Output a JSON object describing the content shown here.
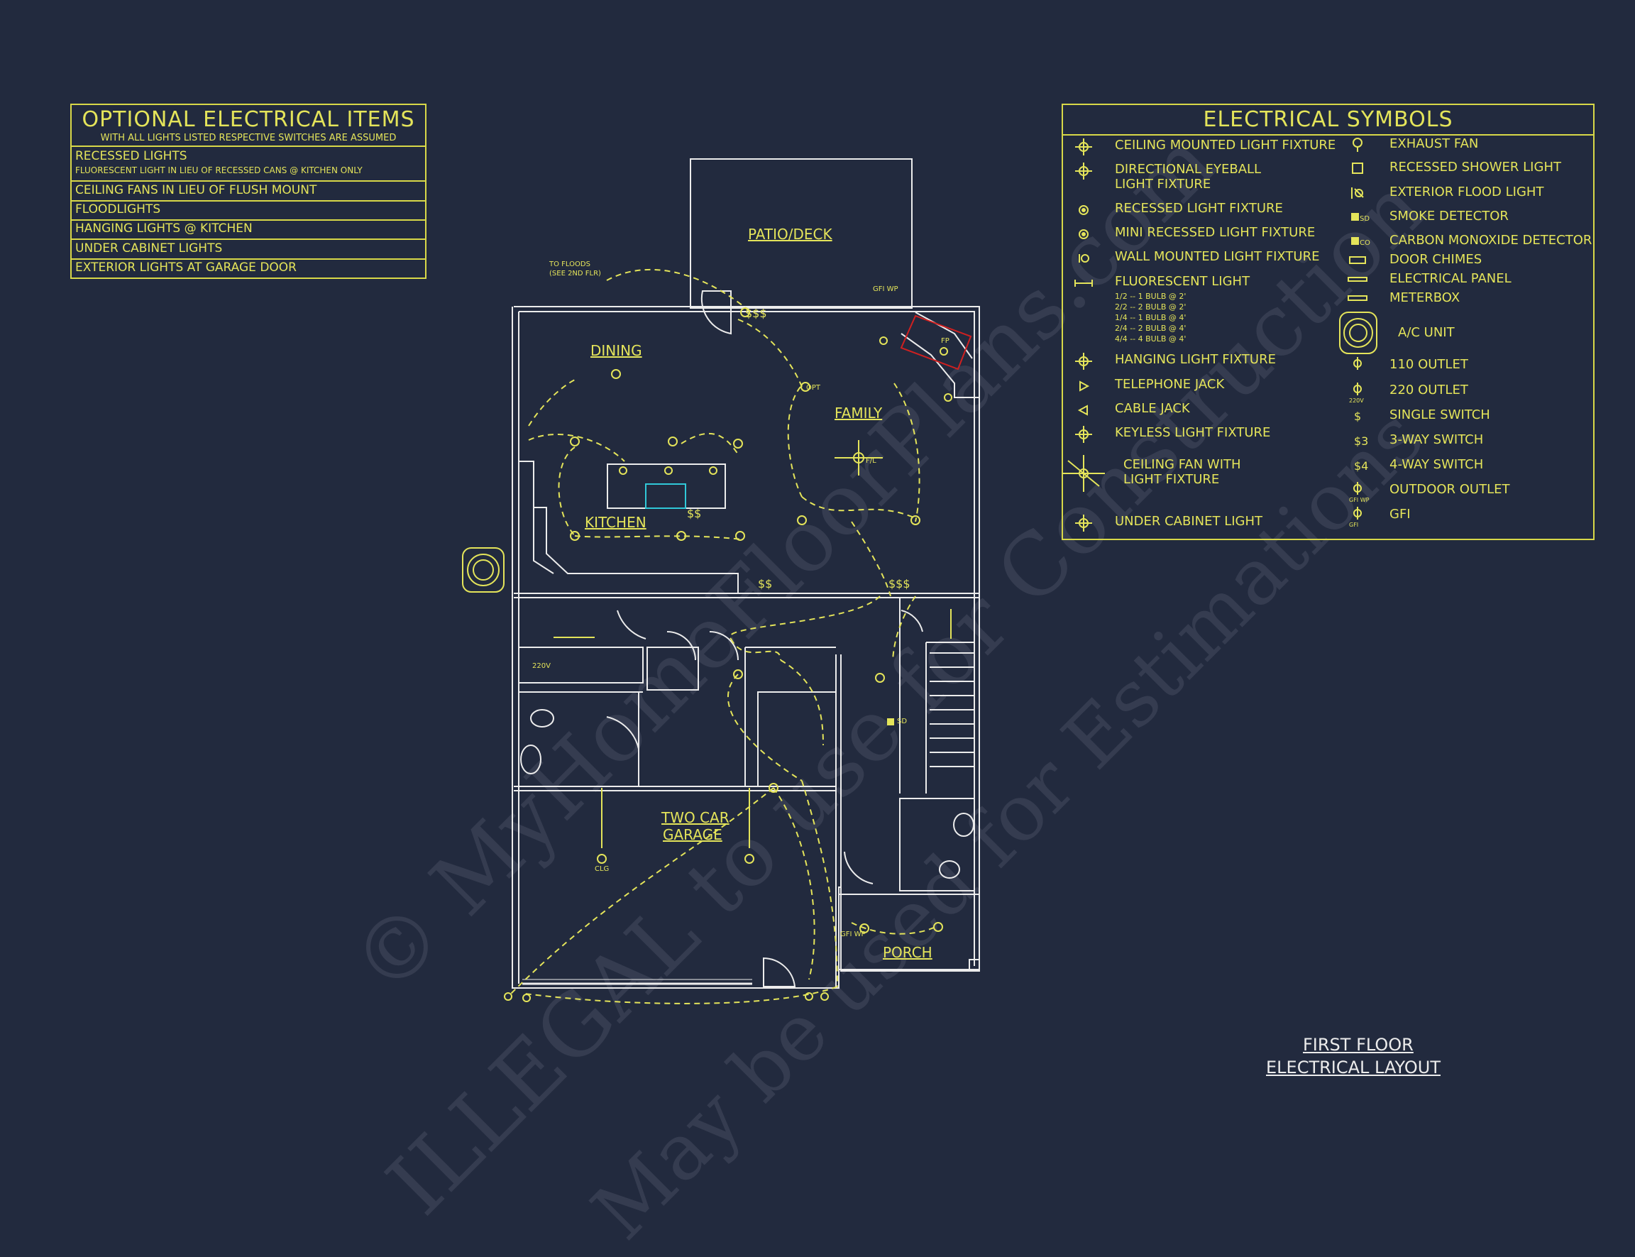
{
  "optional": {
    "title": "OPTIONAL ELECTRICAL ITEMS",
    "subtitle": "WITH ALL LIGHTS LISTED RESPECTIVE SWITCHES ARE ASSUMED",
    "items": [
      {
        "line1": "RECESSED LIGHTS",
        "line2": "FLUORESCENT LIGHT IN LIEU OF RECESSED CANS @ KITCHEN ONLY"
      },
      {
        "line1": "CEILING FANS IN LIEU OF FLUSH MOUNT"
      },
      {
        "line1": "FLOODLIGHTS"
      },
      {
        "line1": "HANGING LIGHTS @ KITCHEN"
      },
      {
        "line1": "UNDER CABINET LIGHTS"
      },
      {
        "line1": "EXTERIOR LIGHTS AT GARAGE DOOR"
      }
    ]
  },
  "symbols": {
    "title": "ELECTRICAL SYMBOLS",
    "left": [
      {
        "label": "CEILING MOUNTED LIGHT FIXTURE",
        "icon": "ceiling-light-icon"
      },
      {
        "label": "DIRECTIONAL EYEBALL",
        "label2": "LIGHT FIXTURE",
        "icon": "eyeball-light-icon"
      },
      {
        "label": "RECESSED LIGHT FIXTURE",
        "icon": "recessed-light-icon"
      },
      {
        "label": "MINI RECESSED LIGHT FIXTURE",
        "icon": "mini-recessed-light-icon"
      },
      {
        "label": "WALL MOUNTED LIGHT FIXTURE",
        "icon": "wall-light-icon"
      },
      {
        "label": "FLUORESCENT LIGHT",
        "icon": "fluorescent-light-icon"
      },
      {
        "label": "HANGING LIGHT FIXTURE",
        "icon": "hanging-light-icon"
      },
      {
        "label": "TELEPHONE JACK",
        "icon": "telephone-jack-icon"
      },
      {
        "label": "CABLE JACK",
        "icon": "cable-jack-icon"
      },
      {
        "label": "KEYLESS LIGHT FIXTURE",
        "icon": "keyless-light-icon"
      },
      {
        "label": "CEILING FAN WITH",
        "label2": "LIGHT FIXTURE",
        "icon": "ceiling-fan-icon"
      },
      {
        "label": "UNDER CABINET LIGHT",
        "icon": "under-cabinet-light-icon"
      }
    ],
    "fluorescent_notes": [
      "1/2 -- 1 BULB @ 2'",
      "2/2 -- 2 BULB @ 2'",
      "1/4 -- 1 BULB @ 4'",
      "2/4 -- 2 BULB @ 4'",
      "4/4 -- 4 BULB @ 4'"
    ],
    "right": [
      {
        "label": "EXHAUST FAN",
        "icon": "exhaust-fan-icon"
      },
      {
        "label": "RECESSED SHOWER LIGHT",
        "icon": "shower-light-icon"
      },
      {
        "label": "EXTERIOR FLOOD LIGHT",
        "icon": "flood-light-icon"
      },
      {
        "label": "SMOKE DETECTOR",
        "icon": "smoke-detector-icon",
        "tag": "SD"
      },
      {
        "label": "CARBON MONOXIDE DETECTOR",
        "icon": "co-detector-icon",
        "tag": "CO"
      },
      {
        "label": "DOOR CHIMES",
        "icon": "door-chimes-icon"
      },
      {
        "label": "ELECTRICAL PANEL",
        "icon": "electrical-panel-icon"
      },
      {
        "label": "METERBOX",
        "icon": "meterbox-icon"
      },
      {
        "label": "A/C UNIT",
        "icon": "ac-unit-icon"
      },
      {
        "label": "110 OUTLET",
        "icon": "outlet-110-icon"
      },
      {
        "label": "220 OUTLET",
        "icon": "outlet-220-icon",
        "tag": "220V"
      },
      {
        "label": "SINGLE SWITCH",
        "icon": "single-switch-icon",
        "tag": "$"
      },
      {
        "label": "3-WAY SWITCH",
        "icon": "three-way-switch-icon",
        "tag": "$3"
      },
      {
        "label": "4-WAY SWITCH",
        "icon": "four-way-switch-icon",
        "tag": "$4"
      },
      {
        "label": "OUTDOOR OUTLET",
        "icon": "outdoor-outlet-icon",
        "tag": "GFI WP"
      },
      {
        "label": "GFI",
        "icon": "gfi-icon",
        "tag": "GFI"
      }
    ]
  },
  "rooms": {
    "patio": "PATIO/DECK",
    "dining": "DINING",
    "family": "FAMILY",
    "kitchen": "KITCHEN",
    "garage1": "TWO CAR",
    "garage2": "GARAGE",
    "porch": "PORCH"
  },
  "notes": {
    "floods1": "TO FLOODS",
    "floods2": "(SEE 2ND FLR)",
    "gfi_wp": "GFI WP",
    "gfi_wp2": "GFI WP",
    "opt": "OPT",
    "fl": "F/L",
    "sd": "SD",
    "clg": "CLG",
    "v220": "220V",
    "sw3": "$$$",
    "sw2": "$$",
    "fp": "FP"
  },
  "caption": {
    "line1": "FIRST FLOOR",
    "line2": "ELECTRICAL LAYOUT"
  },
  "watermark": {
    "line1": "© MyHomeFloorPlans.com",
    "line2": "ILLEGAL to use for Construction",
    "line3": "May be used for Estimations"
  },
  "colors": {
    "background": "#222a3e",
    "walls": "#ececec",
    "electrical": "#e4e45a",
    "highlight_red": "#d02020",
    "sink_cyan": "#30c8d8"
  }
}
